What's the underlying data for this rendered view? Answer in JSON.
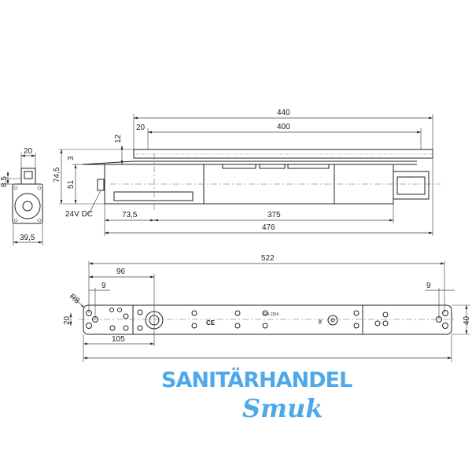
{
  "dimensions": {
    "top_view": {
      "overall_plate": "440",
      "inner_plate": "400",
      "plate_offset": "20",
      "plate_height": "12",
      "cover_thickness": "3",
      "body_height": "51",
      "total_height": "74,5",
      "axis_offset": "73,5",
      "body_length": "375",
      "total_length": "476"
    },
    "side_view": {
      "connector_width": "20",
      "connector_height": "8,5",
      "width": "39,5",
      "connector_label": "24V DC"
    },
    "bottom_view": {
      "hole_spacing": "522",
      "axis_from_hole": "96",
      "hole_edge_left": "9",
      "hole_edge_right": "9",
      "radius": "R8",
      "hole_pitch": "20",
      "axis_from_edge": "105",
      "width": "40"
    }
  },
  "plate_labels": {
    "standard": "EN 1154",
    "ce_mark": "CE",
    "adjust": "W"
  },
  "watermark": {
    "line1": "SANITÄRHANDEL",
    "line2": "Smuk",
    "color": "#2e9be6"
  }
}
